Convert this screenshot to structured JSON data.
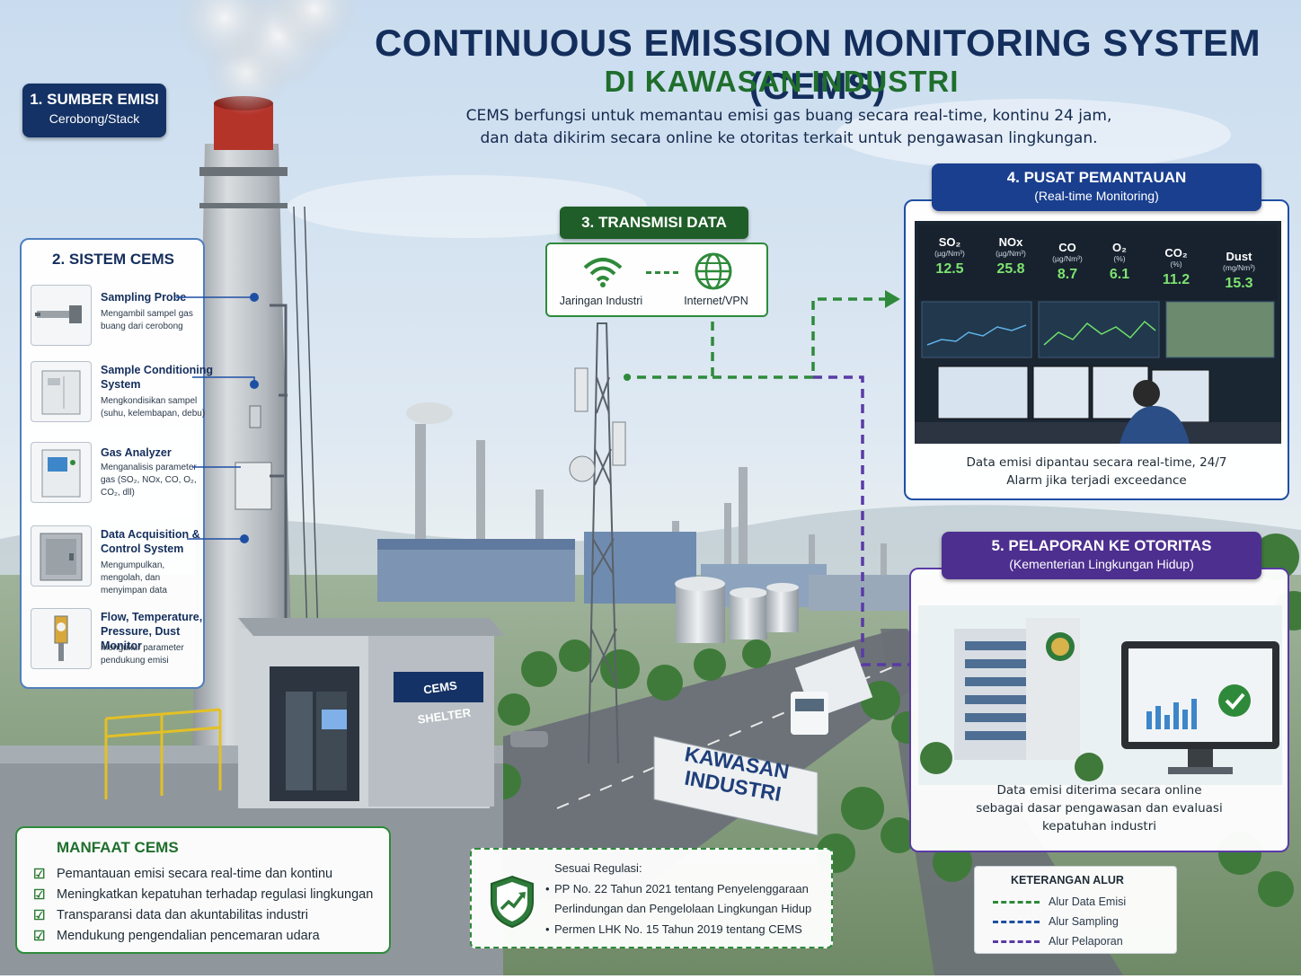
{
  "title": "CONTINUOUS EMISSION MONITORING SYSTEM (CEMS)",
  "subtitle": "DI KAWASAN INDUSTRI",
  "intro": [
    "CEMS berfungsi untuk memantau emisi gas buang secara real-time, kontinu 24 jam,",
    "dan data dikirim secara online ke otoritas terkait untuk pengawasan lingkungan."
  ],
  "colors": {
    "navy": "#143265",
    "green": "#1f6e2c",
    "purple": "#4d2f8f",
    "chimney_red": "#b5342a",
    "data_flow": "#2e8a3a",
    "sampling_flow": "#1f4fa3",
    "report_flow": "#5a3aa6"
  },
  "source": {
    "title": "1. SUMBER EMISI",
    "subtitle": "Cerobong/Stack"
  },
  "cems_system": {
    "title": "2. SISTEM CEMS",
    "items": [
      {
        "title": "Sampling Probe",
        "desc": "Mengambil sampel gas buang dari cerobong",
        "icon": "probe-icon"
      },
      {
        "title": "Sample Conditioning System",
        "desc": "Mengkondisikan sampel (suhu, kelembapan, debu)",
        "icon": "conditioning-cabinet-icon"
      },
      {
        "title": "Gas Analyzer",
        "desc": "Menganalisis parameter gas (SO₂, NOx, CO, O₂, CO₂, dll)",
        "icon": "analyzer-icon"
      },
      {
        "title": "Data Acquisition & Control System",
        "desc": "Mengumpulkan, mengolah, dan menyimpan data",
        "icon": "daq-cabinet-icon"
      },
      {
        "title": "Flow, Temperature, Pressure, Dust Monitor",
        "desc": "Mengukur parameter pendukung emisi",
        "icon": "flow-monitor-icon"
      }
    ]
  },
  "transmission": {
    "title": "3. TRANSMISI DATA",
    "network_label": "Jaringan Industri",
    "internet_label": "Internet/VPN"
  },
  "monitoring": {
    "title": "4. PUSAT PEMANTAUAN",
    "subtitle": "(Real-time Monitoring)",
    "metrics": [
      {
        "name": "SO₂",
        "unit": "(µg/Nm³)",
        "value": "12.5"
      },
      {
        "name": "NOx",
        "unit": "(µg/Nm³)",
        "value": "25.8"
      },
      {
        "name": "CO",
        "unit": "(µg/Nm³)",
        "value": "8.7"
      },
      {
        "name": "O₂",
        "unit": "(%)",
        "value": "6.1"
      },
      {
        "name": "CO₂",
        "unit": "(%)",
        "value": "11.2"
      },
      {
        "name": "Dust",
        "unit": "(mg/Nm³)",
        "value": "15.3"
      }
    ],
    "caption": [
      "Data emisi dipantau secara real-time, 24/7",
      "Alarm jika terjadi exceedance"
    ]
  },
  "reporting": {
    "title": "5. PELAPORAN KE OTORITAS",
    "subtitle": "(Kementerian Lingkungan Hidup)",
    "caption": [
      "Data emisi diterima secara online",
      "sebagai dasar pengawasan dan evaluasi",
      "kepatuhan industri"
    ]
  },
  "scene_labels": {
    "shelter": "CEMS SHELTER",
    "area_sign": [
      "KAWASAN",
      "INDUSTRI"
    ]
  },
  "benefits": {
    "title": "MANFAAT CEMS",
    "items": [
      "Pemantauan emisi secara real-time dan kontinu",
      "Meningkatkan kepatuhan terhadap regulasi lingkungan",
      "Transparansi data dan akuntabilitas industri",
      "Mendukung pengendalian pencemaran udara"
    ]
  },
  "regulation": {
    "title": "Sesuai Regulasi:",
    "items": [
      "PP No. 22 Tahun 2021 tentang Penyelenggaraan Perlindungan dan Pengelolaan Lingkungan Hidup",
      "Permen LHK No. 15 Tahun 2019 tentang CEMS"
    ]
  },
  "legend": {
    "title": "KETERANGAN ALUR",
    "items": [
      {
        "label": "Alur Data Emisi",
        "color": "#2e8a3a"
      },
      {
        "label": "Alur Sampling",
        "color": "#1f4fa3"
      },
      {
        "label": "Alur Pelaporan",
        "color": "#5a3aa6"
      }
    ]
  }
}
